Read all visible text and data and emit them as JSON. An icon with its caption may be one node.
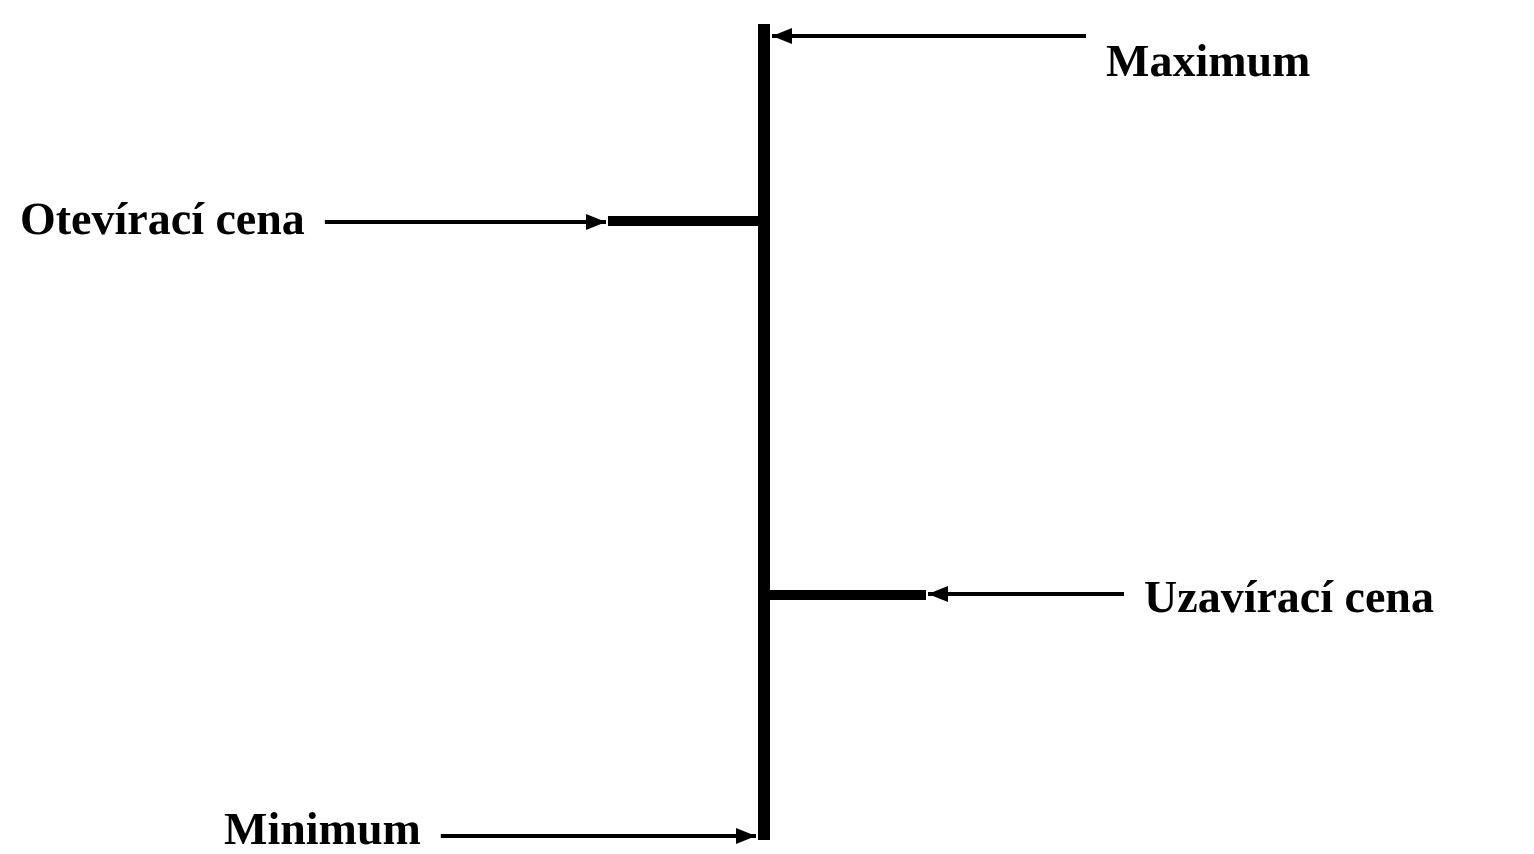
{
  "diagram": {
    "nodes": [
      {
        "text": [
          "Maximum"
        ]
      },
      {
        "text": [
          "Otevírací cena"
        ]
      },
      {
        "text": [],
        "shape": "bar"
      },
      {
        "text": [],
        "shape": "bar"
      },
      {
        "text": [],
        "shape": "bar"
      },
      {
        "text": [
          "Uzavírací cena"
        ]
      },
      {
        "text": [
          "Minimum"
        ]
      }
    ],
    "edges": [
      {
        "from": 0,
        "to": 3,
        "arrow": "to"
      },
      {
        "from": 1,
        "to": 2,
        "arrow": "to"
      },
      {
        "from": 5,
        "to": 4,
        "arrow": "to"
      },
      {
        "from": 6,
        "to": 3,
        "arrow": "to"
      }
    ]
  }
}
